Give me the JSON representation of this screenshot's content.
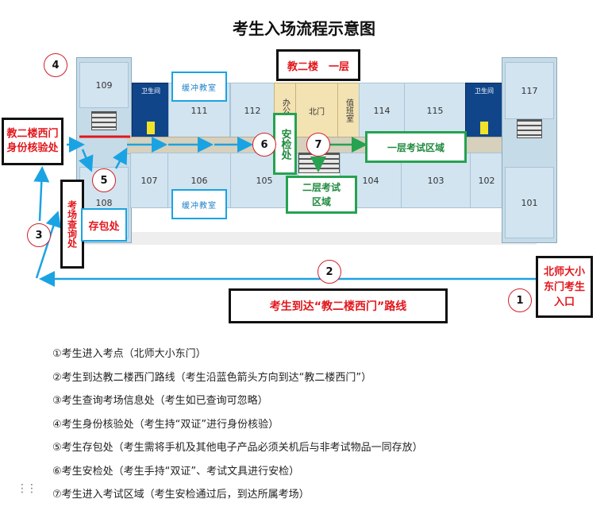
{
  "title": "考生入场流程示意图",
  "rooms": {
    "r109": "109",
    "r111": "111",
    "r112": "112",
    "r114": "114",
    "r115": "115",
    "r117": "117",
    "r108": "108",
    "r107": "107",
    "r106": "106",
    "r105": "105",
    "r104": "104",
    "r103": "103",
    "r102": "102",
    "r101": "101",
    "office": "办公室",
    "north_gate": "北门",
    "duty_room": "值班室",
    "wc": "卫生间"
  },
  "labels": {
    "building_floor": "教二楼　一层",
    "buffer_room_top": "缓冲教室",
    "buffer_room_bottom": "缓冲教室",
    "id_check": "教二楼西门身份核验处",
    "info_desk": "考场查询处",
    "bag_storage": "存包处",
    "security": "安检处",
    "floor1_area": "一层考试区域",
    "floor2_area": "二层考试区域",
    "route": "考生到达“教二楼西门”路线",
    "entrance": "北师大小东门考生入口"
  },
  "steps": [
    "1",
    "2",
    "3",
    "4",
    "5",
    "6",
    "7"
  ],
  "legend": [
    "①考生进入考点（北师大小东门）",
    "②考生到达教二楼西门路线（考生沿蓝色箭头方向到达“教二楼西门”）",
    "③考生查询考场信息处（考生如已查询可忽略）",
    "④考生身份核验处（考生持“双证”进行身份核验）",
    "⑤考生存包处（考生需将手机及其他电子产品必须关机后与非考试物品一同存放）",
    "⑥考生安检处（考生手持“双证”、考试文具进行安检）",
    "⑦考生进入考试区域（考生安检通过后，到达所属考场）"
  ],
  "colors": {
    "arrow_blue": "#1aa3e3",
    "arrow_green": "#26a251",
    "text_red": "#e2171c"
  }
}
